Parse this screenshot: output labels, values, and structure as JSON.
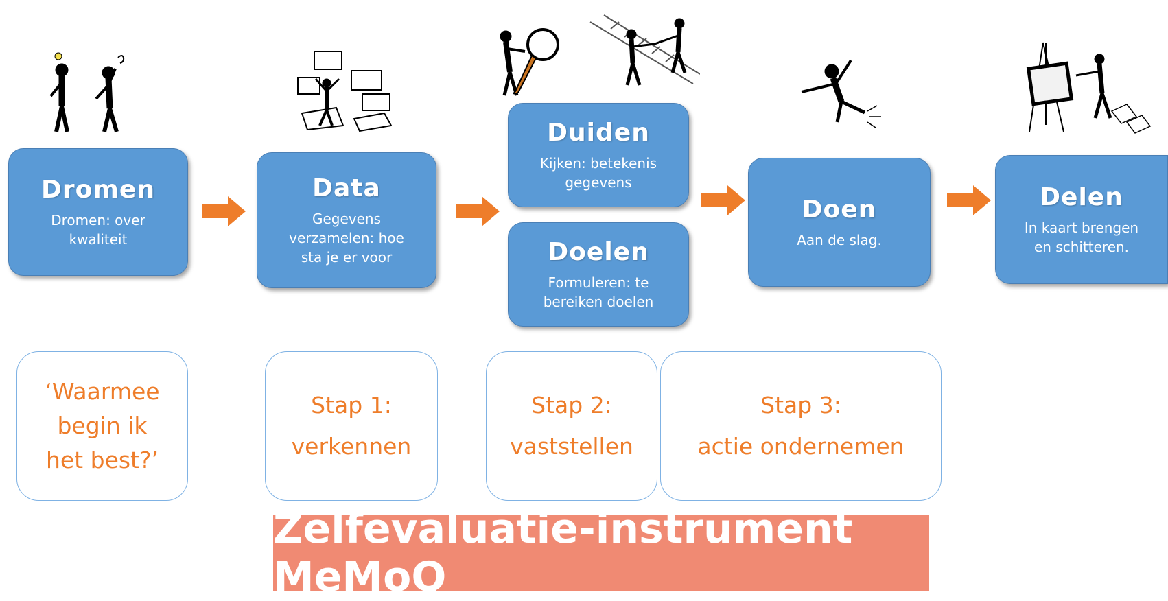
{
  "boxes": {
    "dromen": {
      "title": "Dromen",
      "desc": "Dromen: over kwaliteit"
    },
    "data": {
      "title": "Data",
      "desc": "Gegevens verzamelen: hoe sta je er voor"
    },
    "duiden": {
      "title": "Duiden",
      "desc": "Kijken: betekenis gegevens"
    },
    "doelen": {
      "title": "Doelen",
      "desc": "Formuleren: te bereiken doelen"
    },
    "doen": {
      "title": "Doen",
      "desc": "Aan de slag."
    },
    "delen": {
      "title": "Delen",
      "desc": "In kaart brengen en schitteren."
    }
  },
  "steps": {
    "begin": {
      "line1": "‘Waarmee",
      "line2": "begin ik",
      "line3": "het best?’"
    },
    "stap1": {
      "line1": "Stap 1:",
      "line2": "verkennen"
    },
    "stap2": {
      "line1": "Stap 2:",
      "line2": "vaststellen"
    },
    "stap3": {
      "line1": "Stap 3:",
      "line2": "actie ondernemen"
    }
  },
  "banner": "Zelfevaluatie-instrument MeMoQ",
  "colors": {
    "box": "#5a9ad6",
    "arrow": "#ee7d2a",
    "step_text": "#ee7d2a",
    "banner": "#f08a73"
  },
  "icons": [
    "idea-person-icon",
    "thinking-person-icon",
    "papers-person-icon",
    "magnifier-person-icon",
    "handshake-ladder-icon",
    "jumping-person-icon",
    "painting-easel-icon"
  ]
}
